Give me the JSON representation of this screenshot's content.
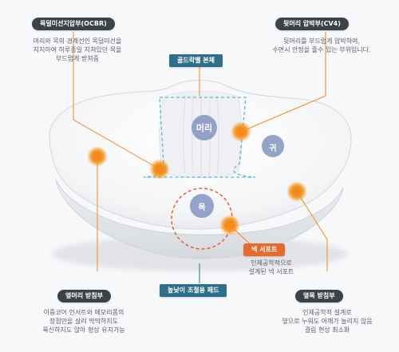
{
  "labels": {
    "ocbr_title": "목덜미선지압부(OCBR)",
    "ocbr_desc": [
      "머리와 목의 경계선인 목덜미선을",
      "지지하여 하루종일 지쳐있던 목을",
      "부드럽게 받쳐줌"
    ],
    "cv4_title": "뒷머리 압박부(CV4)",
    "cv4_desc": [
      "뒷머리를 부드럽게 압박하여,",
      "수면시 안정을 줄수 있는 부위입니다."
    ],
    "goldilocks": "골드락벨 본체",
    "neck_support_title": "넥 서포트",
    "neck_support_desc": [
      "인체공학적으로",
      "설계된 넥 서포트"
    ],
    "height_pad": "높낮이 조절용 패드",
    "side_head_title": "옆머리 받침부",
    "side_head_desc": [
      "이중코어 인서트와 메모리폼의",
      "장점만을 살려 딱딱하지도",
      "푹신하지도 않아 형상 유지가능"
    ],
    "side_neck_title": "옆목 받침부",
    "side_neck_desc": [
      "인체공학적 설계로",
      "옆으로 누워도 어깨가 눌리지 않음",
      "결림 현상 최소화"
    ]
  },
  "circles": {
    "head": "머리",
    "ear": "귀",
    "neck": "목"
  },
  "colors": {
    "accent_orange": "#f28a1e",
    "pill_dark": "#3d4148",
    "pill_blue": "#2f6f8a",
    "pill_orange": "#e86a2b",
    "circle_blue": "#8a9bc6",
    "dashed_blue": "#58b6d6",
    "dashed_red": "#e8542c"
  }
}
